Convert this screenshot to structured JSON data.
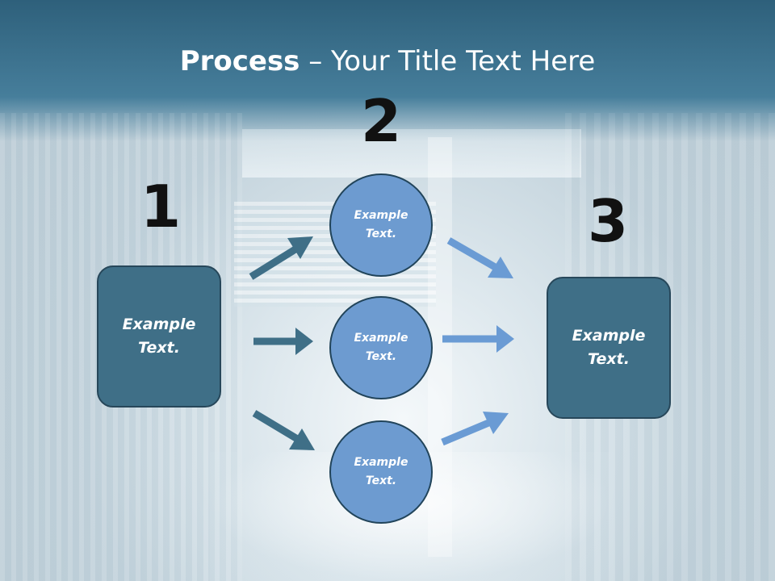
{
  "slide": {
    "title_bold": "Process",
    "title_rest": " – Your Title Text Here",
    "colors": {
      "header_band": "#2e607b",
      "box_fill": "#3f6f87",
      "circle_fill": "#6d9bd0",
      "arrow_dark": "#3f6f87",
      "arrow_light": "#6a9bd4"
    }
  },
  "steps": {
    "one": {
      "number": "1",
      "label_line1": "Example",
      "label_line2": "Text."
    },
    "two": {
      "number": "2"
    },
    "three": {
      "number": "3",
      "label_line1": "Example",
      "label_line2": "Text."
    }
  },
  "circles": [
    {
      "label_line1": "Example",
      "label_line2": "Text."
    },
    {
      "label_line1": "Example",
      "label_line2": "Text."
    },
    {
      "label_line1": "Example",
      "label_line2": "Text."
    }
  ]
}
